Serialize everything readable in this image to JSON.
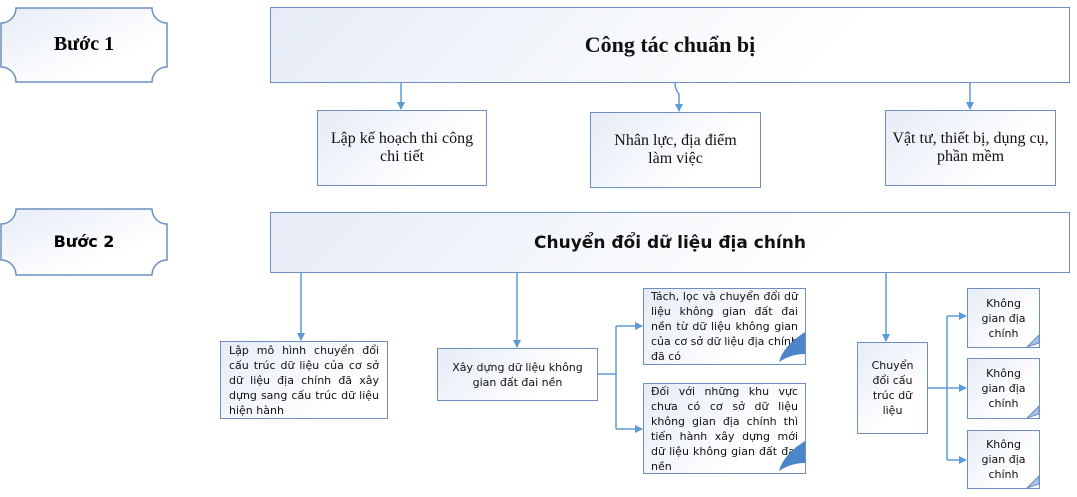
{
  "step1": {
    "label": "Bước 1",
    "title": "Công tác chuẩn bị",
    "children": [
      "Lập kế hoạch thi công chi tiết",
      "Nhân lực, địa điểm làm việc",
      "Vật tư, thiết bị, dụng cụ, phần mềm"
    ]
  },
  "step2": {
    "label": "Bước 2",
    "title": "Chuyển đổi dữ liệu địa chính",
    "model": "Lập mô hình chuyển đổi cấu trúc dữ liệu của cơ sở dữ liệu địa chính đã xây dựng sang cấu trúc dữ liệu hiện hành",
    "build": "Xây dựng dữ liệu không gian đất đai nền",
    "build_children": [
      "Tách, lọc và chuyển đổi dữ liệu không gian đất đai nền từ dữ liệu không gian của cơ sở dữ liệu địa chính đã có",
      "Đối với những khu vực chưa có cơ sở dữ liệu không gian địa chính thì tiến hành xây dựng mới dữ liệu không gian đất đai nền"
    ],
    "convert": "Chuyển đổi cấu trúc dữ liệu",
    "convert_children": [
      "Không gian địa chính",
      "Không gian địa chính",
      "Không gian địa chính"
    ]
  },
  "colors": {
    "border": "#6f8fc0",
    "arrow": "#5b9bd5",
    "fold": "#4a86c8"
  }
}
